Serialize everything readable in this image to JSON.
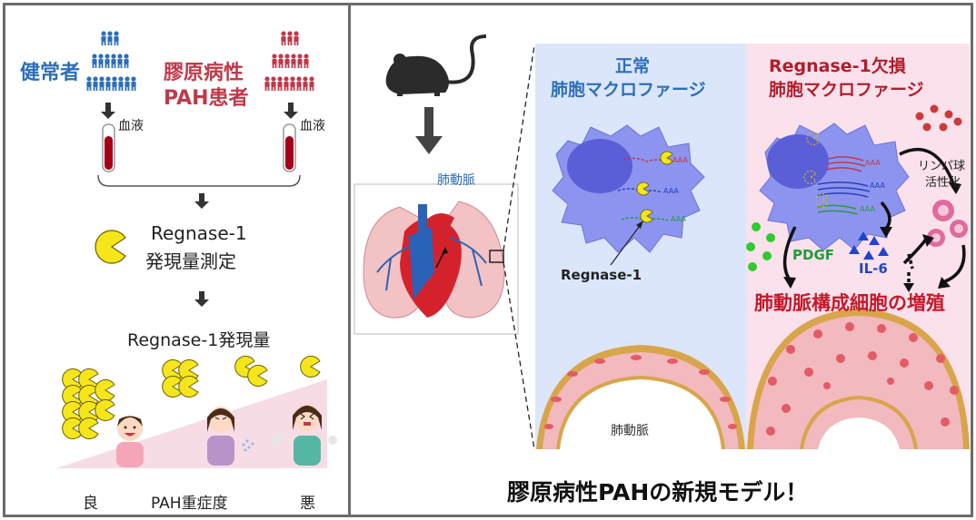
{
  "left": {
    "group_healthy": "健常者",
    "group_pah": [
      "膠原病性",
      "PAH患者"
    ],
    "blood_label": "血液",
    "measure_lines": [
      "Regnase-1",
      "発現量測定"
    ],
    "expression_label": "Regnase-1発現量",
    "axis_good": "良",
    "axis_severity": "PAH重症度",
    "axis_bad": "悪"
  },
  "right": {
    "artery_label": "肺動脈",
    "normal_title": [
      "正常",
      "肺胞マクロファージ"
    ],
    "deficient_title": [
      "Regnase-1欠損",
      "肺胞マクロファージ"
    ],
    "regnase_label": "Regnase-1",
    "mrna_aaa": "AAA",
    "lymph_label": [
      "リンパ球",
      "活性化"
    ],
    "pdgf_label": "PDGF",
    "il6_label": "IL-6",
    "proliferation_label": "肺動脈構成細胞の増殖",
    "vessel_label": "肺動脈",
    "conclusion": "膠原病性PAHの新規モデル！"
  },
  "colors": {
    "healthy_blue": "#2d6fb8",
    "pah_red": "#c0394a",
    "pacman_yellow": "#f5e61c",
    "normal_bg": "#dbe6fb",
    "deficient_bg": "#fbe1ec"
  }
}
